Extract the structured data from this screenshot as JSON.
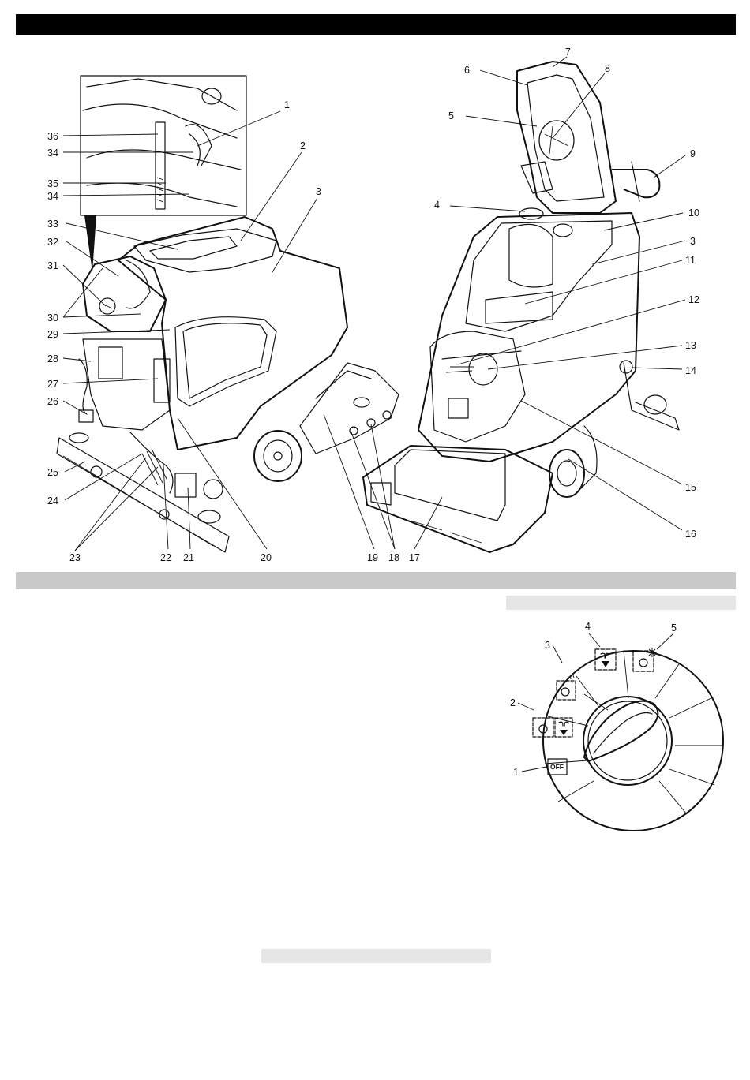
{
  "machine_callouts": {
    "left": [
      "36",
      "34",
      "35",
      "34",
      "33",
      "32",
      "31",
      "30",
      "29",
      "28",
      "27",
      "26",
      "25",
      "24",
      "23"
    ],
    "top": [
      "1",
      "2",
      "3"
    ],
    "bottom": [
      "22",
      "21",
      "20",
      "19",
      "18",
      "17"
    ],
    "right_machine": [
      "7",
      "6",
      "8",
      "5",
      "9",
      "4",
      "10",
      "3",
      "11",
      "12",
      "13",
      "14",
      "15",
      "16"
    ]
  },
  "dial": {
    "positions": [
      "1",
      "2",
      "3",
      "4",
      "5"
    ],
    "off_label": "OFF"
  },
  "icons": {
    "dial_pos_2": "brush-water-suction-icon",
    "dial_pos_3": "brush-water-icon",
    "dial_pos_4": "suction-icon",
    "dial_pos_5": "brush-polish-icon",
    "dial_knob": "selector-knob-icon"
  }
}
